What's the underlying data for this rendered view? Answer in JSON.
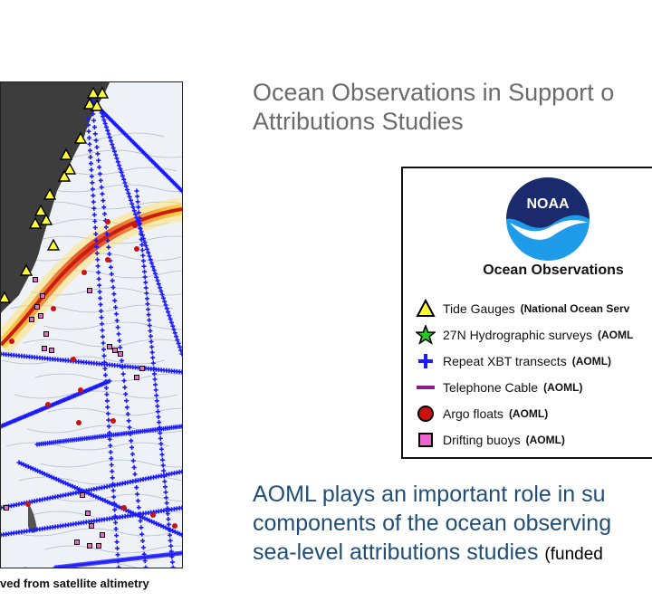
{
  "slide": {
    "title_line1": "Ocean Observations in Support o",
    "title_line2": "Attributions Studies",
    "map_caption": "ved from satellite altimetry"
  },
  "legend": {
    "logo_text": "NOAA",
    "heading": "Ocean Observations",
    "items": [
      {
        "label": "Tide Gauges",
        "org": "(National Ocean Serv",
        "icon": "triangle-icon",
        "color": "#ffff33"
      },
      {
        "label": "27N Hydrographic surveys",
        "org": "(AOML",
        "icon": "star-icon",
        "color": "#22cc22"
      },
      {
        "label": "Repeat XBT transects",
        "org": "(AOML)",
        "icon": "plus-icon",
        "color": "#1a1aff"
      },
      {
        "label": "Telephone Cable",
        "org": "(AOML)",
        "icon": "line-icon",
        "color": "#8b1a8b"
      },
      {
        "label": "Argo floats",
        "org": "(AOML)",
        "icon": "circle-icon",
        "color": "#cc1111"
      },
      {
        "label": "Drifting buoys",
        "org": "(AOML)",
        "icon": "square-icon",
        "color": "#ee66cc"
      }
    ]
  },
  "statement": {
    "line1": "AOML plays an important role in su",
    "line2": "components of the ocean observing",
    "line3": "sea-level attributions studies",
    "funded": "(funded"
  },
  "colors": {
    "title_gray": "#6b6b6b",
    "statement_blue": "#1f4e79",
    "noaa_navy": "#1a2a6c",
    "noaa_sky": "#1e9be9",
    "xbt_blue": "#1a1aff",
    "land": "#3d3d3d"
  }
}
